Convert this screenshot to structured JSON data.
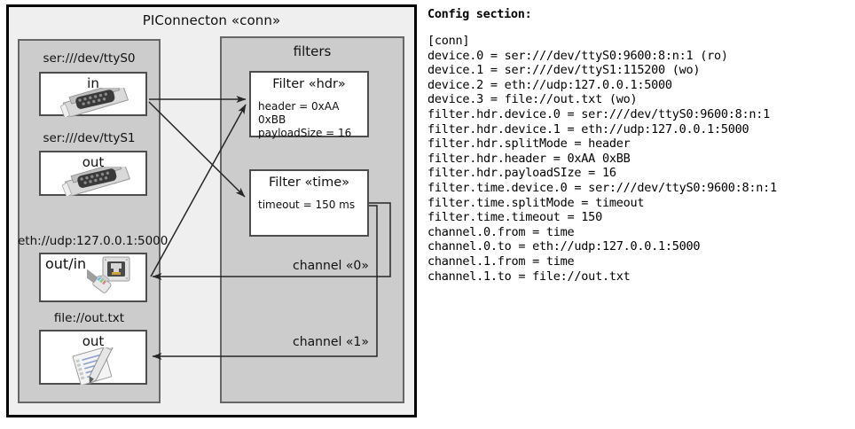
{
  "diagram": {
    "outer": {
      "title": "PIConnecton «conn»"
    },
    "devices_panel": {
      "title": "",
      "items": [
        {
          "label": "ser:///dev/ttyS0",
          "direction": "in",
          "icon": "serial-connector-icon"
        },
        {
          "label": "ser:///dev/ttyS1",
          "direction": "out",
          "icon": "serial-connector-icon"
        },
        {
          "label": "eth://udp:127.0.0.1:5000",
          "direction": "out/in",
          "icon": "ethernet-jack-icon"
        },
        {
          "label": "file://out.txt",
          "direction": "out",
          "icon": "text-file-pencil-icon"
        }
      ]
    },
    "filters_panel": {
      "title": "filters",
      "filters": [
        {
          "title": "Filter «hdr»",
          "props": [
            "header = 0xAA 0xBB",
            "payloadSize = 16"
          ]
        },
        {
          "title": "Filter «time»",
          "props": [
            "timeout = 150 ms"
          ]
        }
      ]
    },
    "channels": [
      {
        "label": "channel «0»"
      },
      {
        "label": "channel «1»"
      }
    ]
  },
  "config": {
    "heading": "Config section:",
    "lines": [
      "[conn]",
      "device.0 = ser:///dev/ttyS0:9600:8:n:1 (ro)",
      "device.1 = ser:///dev/ttyS1:115200 (wo)",
      "device.2 = eth://udp:127.0.0.1:5000",
      "device.3 = file://out.txt (wo)",
      "filter.hdr.device.0 = ser:///dev/ttyS0:9600:8:n:1",
      "filter.hdr.device.1 = eth://udp:127.0.0.1:5000",
      "filter.hdr.splitMode = header",
      "filter.hdr.header = 0xAA 0xBB",
      "filter.hdr.payloadSIze = 16",
      "filter.time.device.0 = ser:///dev/ttyS0:9600:8:n:1",
      "filter.time.splitMode = timeout",
      "filter.time.timeout = 150",
      "channel.0.from = time",
      "channel.0.to = eth://udp:127.0.0.1:5000",
      "channel.1.from = time",
      "channel.1.to = file://out.txt"
    ]
  },
  "colors": {
    "outer_fill": "#efefef",
    "panel_fill": "#cccccc",
    "node_fill": "#ffffff",
    "border_dark": "#000000",
    "border_mid": "#666666",
    "wire": "#262626"
  }
}
